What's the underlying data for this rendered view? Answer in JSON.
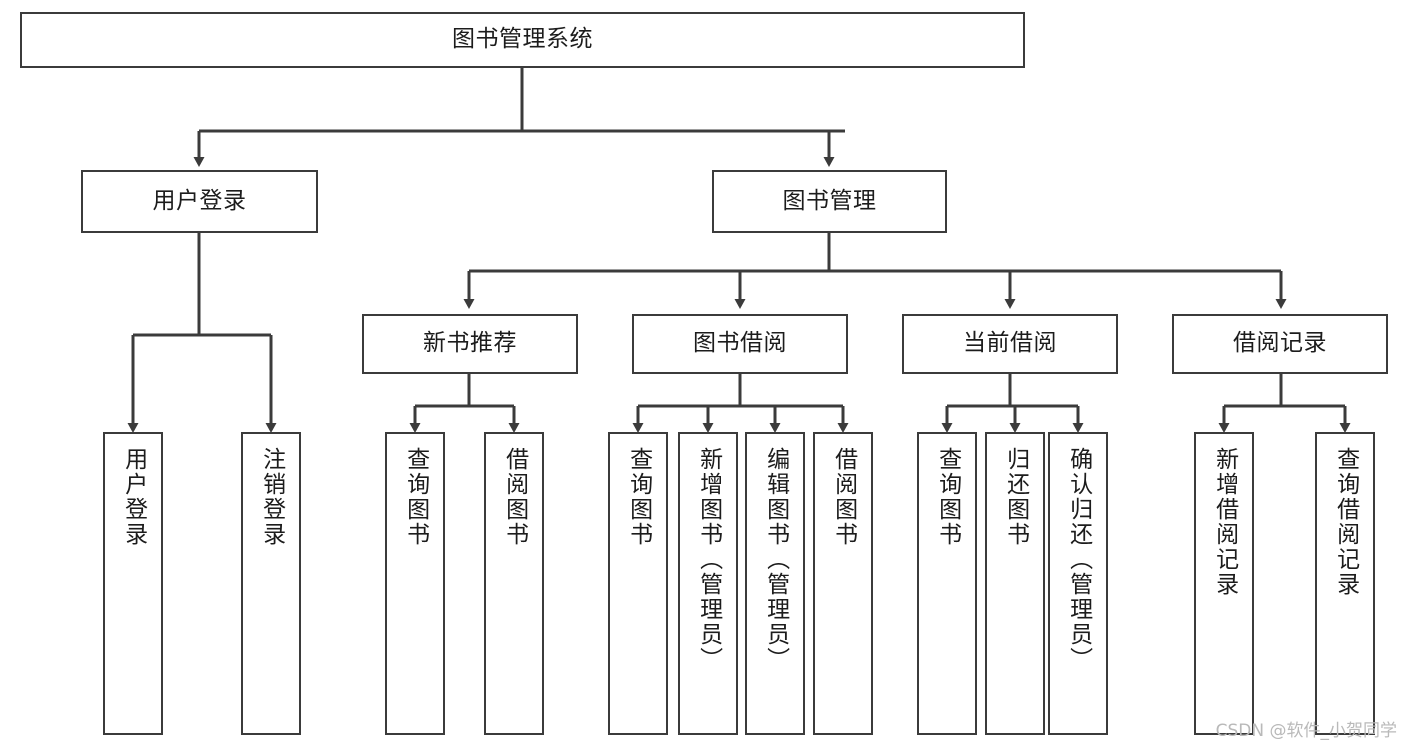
{
  "diagram": {
    "type": "tree-hierarchy-chart",
    "title_text": "图书管理系统",
    "root": {
      "id": "root",
      "label": "图书管理系统",
      "orientation": "horizontal"
    },
    "level2": [
      {
        "id": "user-login",
        "label": "用户登录",
        "orientation": "horizontal"
      },
      {
        "id": "book-management",
        "label": "图书管理",
        "orientation": "horizontal"
      }
    ],
    "level3": [
      {
        "id": "new-book-recommend",
        "label": "新书推荐",
        "orientation": "horizontal",
        "parent": "book-management"
      },
      {
        "id": "book-borrow",
        "label": "图书借阅",
        "orientation": "horizontal",
        "parent": "book-management"
      },
      {
        "id": "current-borrow",
        "label": "当前借阅",
        "orientation": "horizontal",
        "parent": "book-management"
      },
      {
        "id": "borrow-record",
        "label": "借阅记录",
        "orientation": "horizontal",
        "parent": "book-management"
      }
    ],
    "leaves": [
      {
        "id": "leaf-user-login",
        "label": "用户登录",
        "orientation": "vertical",
        "parent": "user-login"
      },
      {
        "id": "leaf-logout-login",
        "label": "注销登录",
        "orientation": "vertical",
        "parent": "user-login"
      },
      {
        "id": "leaf-query-book-1",
        "label": "查询图书",
        "orientation": "vertical",
        "parent": "new-book-recommend"
      },
      {
        "id": "leaf-borrow-book-1",
        "label": "借阅图书",
        "orientation": "vertical",
        "parent": "new-book-recommend"
      },
      {
        "id": "leaf-query-book-2",
        "label": "查询图书",
        "orientation": "vertical",
        "parent": "book-borrow"
      },
      {
        "id": "leaf-add-book-admin",
        "label": "新增图书（管理员）",
        "orientation": "vertical",
        "parent": "book-borrow"
      },
      {
        "id": "leaf-edit-book-admin",
        "label": "编辑图书（管理员）",
        "orientation": "vertical",
        "parent": "book-borrow"
      },
      {
        "id": "leaf-borrow-book-2",
        "label": "借阅图书",
        "orientation": "vertical",
        "parent": "book-borrow"
      },
      {
        "id": "leaf-query-book-3",
        "label": "查询图书",
        "orientation": "vertical",
        "parent": "current-borrow"
      },
      {
        "id": "leaf-return-book",
        "label": "归还图书",
        "orientation": "vertical",
        "parent": "current-borrow"
      },
      {
        "id": "leaf-confirm-return-admin",
        "label": "确认归还（管理员）",
        "orientation": "vertical",
        "parent": "current-borrow"
      },
      {
        "id": "leaf-add-borrow-record",
        "label": "新增借阅记录",
        "orientation": "vertical",
        "parent": "borrow-record"
      },
      {
        "id": "leaf-query-borrow-record",
        "label": "查询借阅记录",
        "orientation": "vertical",
        "parent": "borrow-record"
      }
    ],
    "colors": {
      "stroke": "#3b3b3b",
      "background": "#ffffff",
      "text": "#1c1c1c",
      "watermark": "#b9b9b9"
    }
  },
  "watermark": {
    "text": "CSDN @软件_小贺同学"
  }
}
